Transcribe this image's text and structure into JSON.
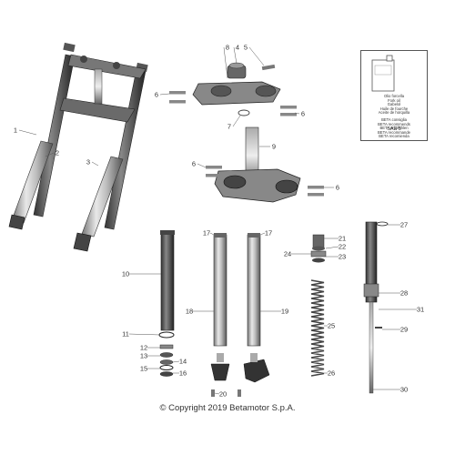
{
  "copyright": "© Copyright 2019 Betamotor S.p.A.",
  "oil_box": {
    "oil_names": [
      "Olio forcella",
      "Fork oil",
      "Gabelol",
      "Huile de fourche",
      "Aceite de horquilla"
    ],
    "recommended": [
      "BETA consiglia",
      "BETA recommends",
      "BETA empfohlen",
      "BETA recommande",
      "BETA recomienda"
    ],
    "grade": "SAE 5"
  },
  "callouts": {
    "c1": "1",
    "c2": "2",
    "c3": "3",
    "c4": "4",
    "c5": "5",
    "c6a": "6",
    "c6b": "6",
    "c6c": "6",
    "c6d": "6",
    "c7": "7",
    "c8": "8",
    "c9": "9",
    "c10": "10",
    "c11": "11",
    "c12": "12",
    "c13": "13",
    "c14": "14",
    "c15": "15",
    "c16": "16",
    "c17a": "17",
    "c17b": "17",
    "c18": "18",
    "c19": "19",
    "c20": "20",
    "c21": "21",
    "c22": "22",
    "c23": "23",
    "c24": "24",
    "c25": "25",
    "c26": "26",
    "c27": "27",
    "c28": "28",
    "c29": "29",
    "c30": "30",
    "c31": "31"
  }
}
